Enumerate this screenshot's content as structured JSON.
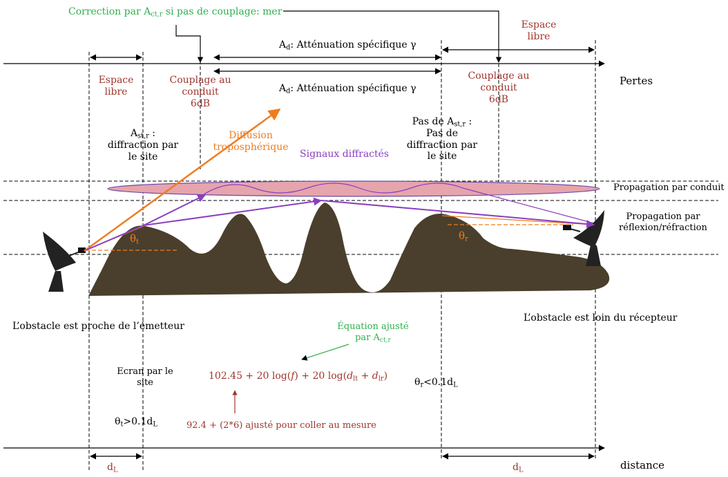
{
  "colors": {
    "terrain": "#4a3f2c",
    "duct": "#e6a4ad",
    "duct_stroke": "#6a4aa6",
    "rays": "#8a3fc0",
    "scatter": "#ee7c1f",
    "correction": "#2fb04c",
    "dark_red": "#a0352d"
  },
  "labels": {
    "correction_prefix": "Correction par A",
    "correction_sub": "ct,r",
    "correction_suffix": " si pas de couplage: mer",
    "ad_top_prefix": "A",
    "ad_top_sub": "d",
    "ad_top_suffix": ": Atténuation spécifique γ",
    "ad_mid_prefix": "A",
    "ad_mid_sub": "d",
    "ad_mid_suffix": ": Atténuation spécifique γ",
    "espace_libre_left_1": "Espace",
    "espace_libre_left_2": "libre",
    "espace_libre_right_1": "Espace",
    "espace_libre_right_2": "libre",
    "couplage_left_1": "Couplage au",
    "couplage_left_2": "conduit",
    "couplage_left_3": "6dB",
    "couplage_right_1": "Couplage au",
    "couplage_right_2": "conduit",
    "couplage_right_3": "6dB",
    "pertes": "Pertes",
    "ast_left_prefix": "A",
    "ast_left_sub": "st,r",
    "ast_left_suffix": " :",
    "ast_left_2": "diffraction par",
    "ast_left_3": "le site",
    "diffusion_1": "Diffusion",
    "diffusion_2": "troposphérique",
    "signaux": "Signaux diffractés",
    "pas_prefix": "Pas de A",
    "pas_sub": "st,r",
    "pas_suffix": " :",
    "pas_2": "Pas de",
    "pas_3": "diffraction par",
    "pas_4": "le site",
    "prop_conduit": "Propagation par conduit",
    "prop_reflexion_1": "Propagation par",
    "prop_reflexion_2": "réflexion/réfraction",
    "theta_t_symbol": "θ",
    "theta_t_sub": "t",
    "theta_r_symbol": "θ",
    "theta_r_sub": "r",
    "obstacle_proche": "L’obstacle est proche de l’émetteur",
    "obstacle_loin": "L’obstacle est loin du récepteur",
    "equation_ajuste_1": "Équation ajusté",
    "equation_ajuste_2_prefix": "par A",
    "equation_ajuste_2_sub": "ct,r",
    "ecran_1": "Ecran par le",
    "ecran_2": "site",
    "eq_part1": "102.45 + 20 log(",
    "eq_f": "f",
    "eq_part2": ") + 20 log(",
    "eq_d1": "d",
    "eq_d1_sub": "lt",
    "eq_plus": " + ",
    "eq_d2": "d",
    "eq_d2_sub": "lr",
    "eq_close": ")",
    "cond_left_prefix": "θ",
    "cond_left_sub": "t",
    "cond_left_suffix": ">0.1d",
    "cond_left_sub2": "L",
    "cond_right_prefix": "θ",
    "cond_right_sub": "r",
    "cond_right_suffix": "<0.1d",
    "cond_right_sub2": "L",
    "note_923": "92.4  + (2*6)  ajusté pour coller au mesure",
    "dl_left": "d",
    "dl_left_sub": "L",
    "dl_right": "d",
    "dl_right_sub": "L",
    "distance": "distance"
  }
}
